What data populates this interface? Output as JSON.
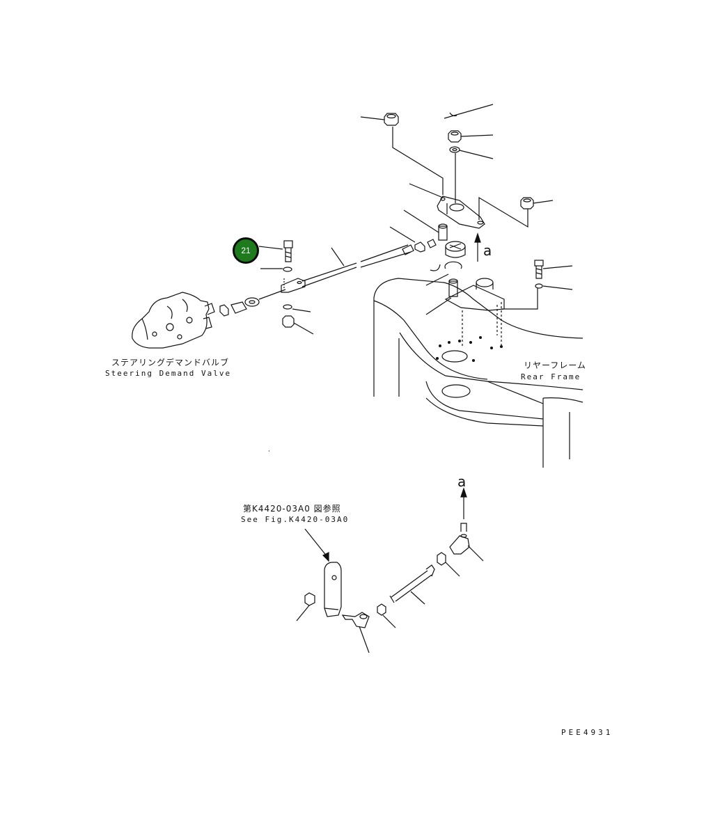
{
  "labels": {
    "valve_jp": "ステアリングデマンドバルブ",
    "valve_en": "Steering Demand Valve",
    "frame_jp": "リヤーフレーム",
    "frame_en": "Rear Frame",
    "ref_jp": "第K4420-03A0 図参照",
    "ref_en": "See Fig.K4420-03A0",
    "arrow_top": "a",
    "arrow_bottom": "a",
    "drawing_code": "PEE4931"
  },
  "callouts": [
    {
      "number": "21",
      "color": "#1d7a1d"
    }
  ]
}
